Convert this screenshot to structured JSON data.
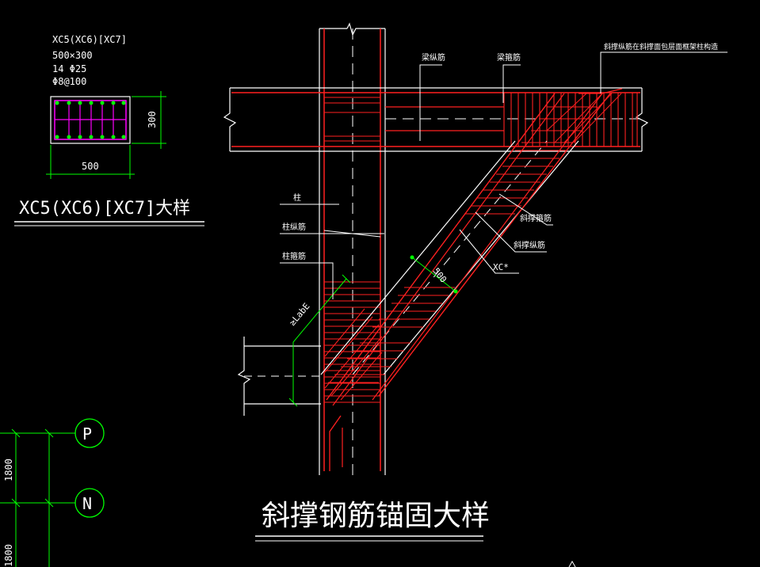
{
  "section": {
    "title_line": "XC5(XC6)[XC7]",
    "size_line": "500×300",
    "main_bars": "14 Φ25",
    "stirrups": "Φ8@100",
    "dim_width": "500",
    "dim_height": "300",
    "heading": "XC5(XC6)[XC7]大样"
  },
  "labels": {
    "beam_long_bar": "梁纵筋",
    "beam_stirrup": "梁箍筋",
    "note_top": "斜撑纵筋在斜撑面包层面框架柱构造",
    "column": "柱",
    "column_long_bar": "柱纵筋",
    "column_stirrup": "柱箍筋",
    "brace_stirrup": "斜撑箍筋",
    "brace_long_bar": "斜撑纵筋",
    "brace_mark": "XC*",
    "brace_dim": "500",
    "anchor_len": "≥LabE"
  },
  "main_title": "斜撑钢筋锚固大样",
  "axes": [
    {
      "name": "P",
      "dim": "1800"
    },
    {
      "name": "N",
      "dim": "1800"
    }
  ],
  "colors": {
    "background": "#000000",
    "lines": "#ffffff",
    "rebar": "#ff2020",
    "dimension": "#00ff00",
    "stirrup_magenta": "#ff00ff"
  }
}
